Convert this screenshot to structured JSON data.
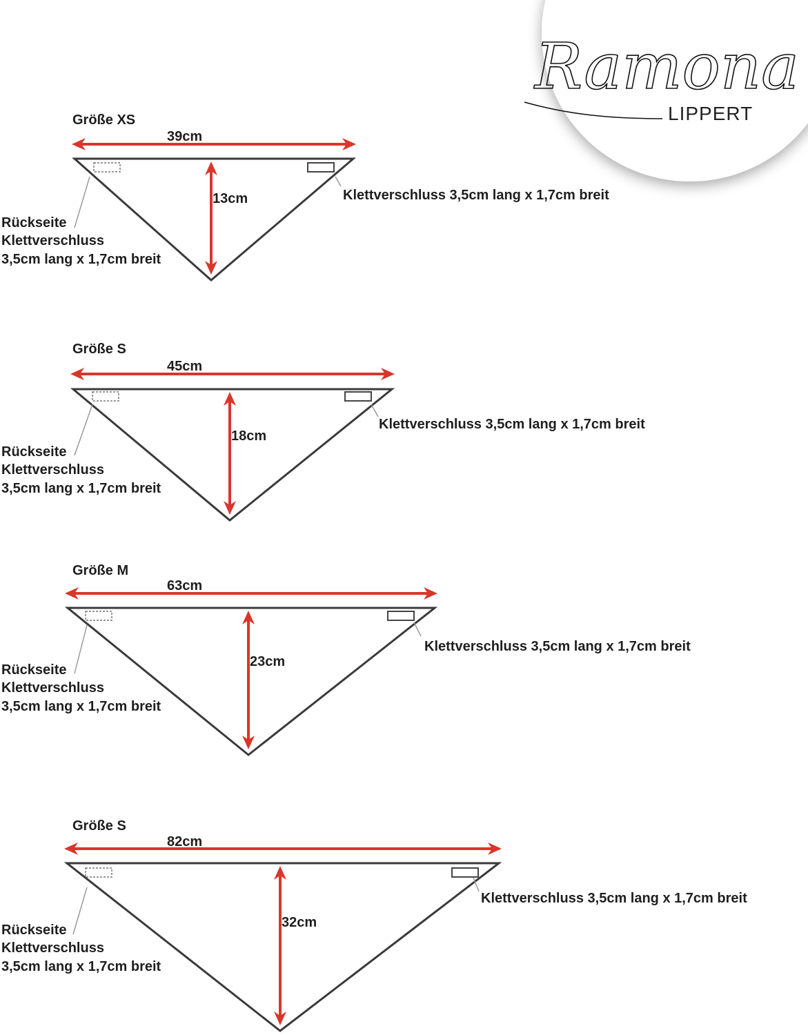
{
  "logo": {
    "script_text": "Ramona",
    "sub_text": "LIPPERT"
  },
  "colors": {
    "arrow": "#d9362b",
    "triangle": "#3a3a3a",
    "text": "#1e1e1e",
    "leader": "#9a9a9a"
  },
  "diagrams": [
    {
      "size_label": "Größe XS",
      "width_label": "39cm",
      "height_label": "13cm",
      "front_note": "Klettverschluss 3,5cm lang x 1,7cm breit",
      "back_note": [
        "Rückseite",
        "Klettverschluss",
        "3,5cm lang x 1,7cm breit"
      ]
    },
    {
      "size_label": "Größe S",
      "width_label": "45cm",
      "height_label": "18cm",
      "front_note": "Klettverschluss 3,5cm lang x 1,7cm breit",
      "back_note": [
        "Rückseite",
        "Klettverschluss",
        "3,5cm lang x 1,7cm breit"
      ]
    },
    {
      "size_label": "Größe M",
      "width_label": "63cm",
      "height_label": "23cm",
      "front_note": "Klettverschluss 3,5cm lang x 1,7cm breit",
      "back_note": [
        "Rückseite",
        "Klettverschluss",
        "3,5cm lang x 1,7cm breit"
      ]
    },
    {
      "size_label": "Größe S",
      "width_label": "82cm",
      "height_label": "32cm",
      "front_note": "Klettverschluss 3,5cm lang x 1,7cm breit",
      "back_note": [
        "Rückseite",
        "Klettverschluss",
        "3,5cm lang x 1,7cm breit"
      ]
    }
  ]
}
